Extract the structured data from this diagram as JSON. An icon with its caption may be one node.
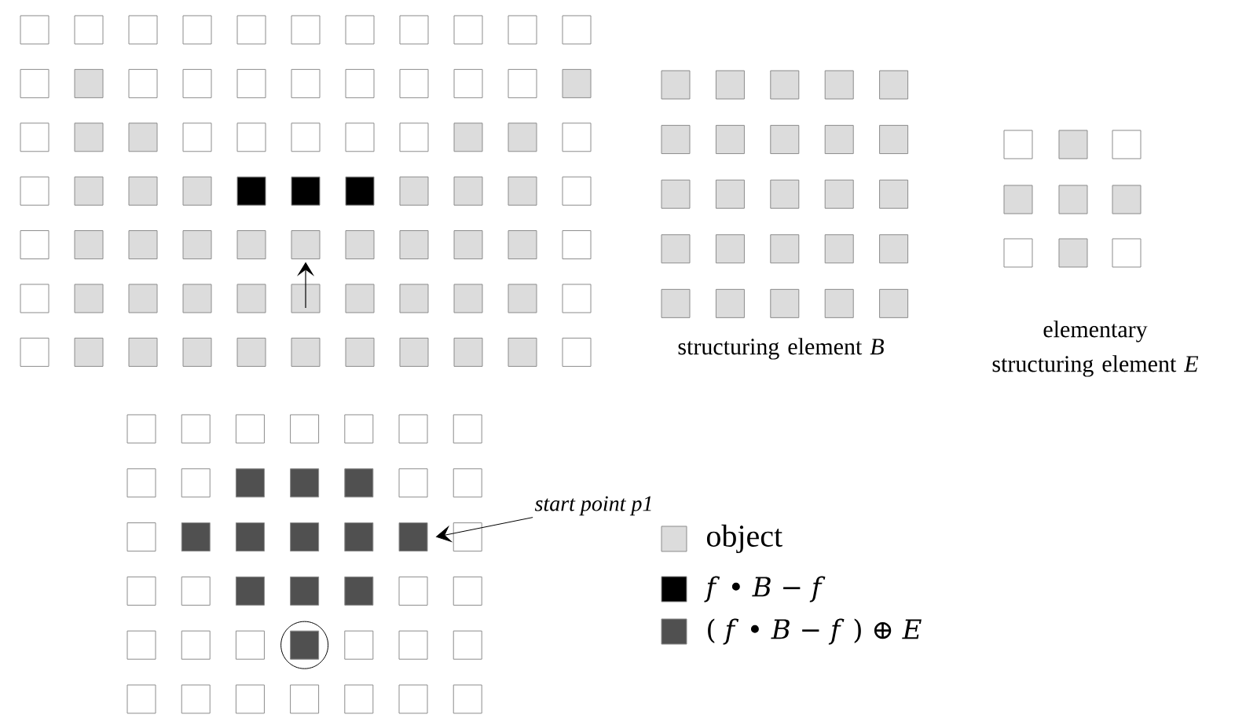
{
  "diagram": {
    "nodes": [
      {
        "text": [
          "start point p1"
        ]
      },
      {
        "text": [],
        "shape": "box"
      }
    ],
    "edges": [
      {
        "from": 0,
        "to": 1,
        "arrow": "to"
      }
    ],
    "labels": [
      "structuring element *B*",
      "elementary structuring element *E*"
    ],
    "legend": [
      {
        "text": "object",
        "color": "#dcdcdc"
      },
      {
        "text": "*f* • *B* − *f*",
        "color": "#000000"
      },
      {
        "text": "( *f* • *B* − *f* ) ⊕ *E*",
        "color": "#505050"
      }
    ]
  }
}
